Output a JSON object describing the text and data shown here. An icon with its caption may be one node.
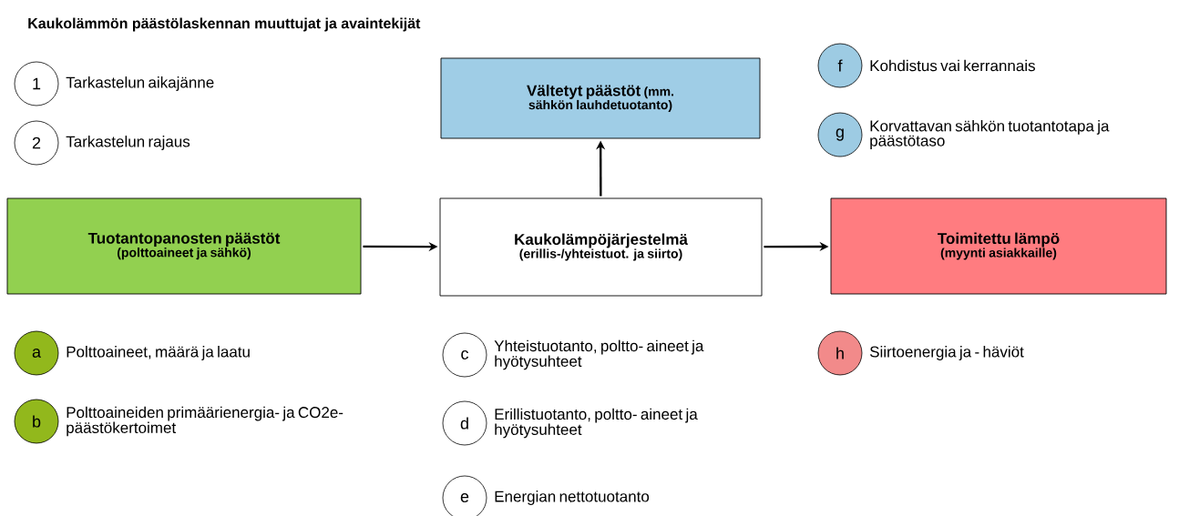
{
  "diagram": {
    "title": "Kaukolämmön päästölaskennan muuttujat ja avaintekijät",
    "nodes": [
      {
        "text": [
          "1"
        ],
        "beside": [
          "Tarkastelun aikajänne"
        ]
      },
      {
        "text": [
          "2"
        ],
        "beside": [
          "Tarkastelun rajaus"
        ]
      },
      {
        "text": [
          "Vältetyt päästöt",
          "(mm. sähkön lauhdetuotanto)"
        ]
      },
      {
        "text": [
          "f"
        ],
        "beside": [
          "Kohdistus vai kerrannais"
        ]
      },
      {
        "text": [
          "g"
        ],
        "beside": [
          "Korvattavan sähkön tuotantotapa ja päästötaso"
        ]
      },
      {
        "text": [
          "Tuotantopanosten päästöt",
          "(polttoaineet ja sähkö)"
        ]
      },
      {
        "text": [
          "Kaukolämpöjärjestelmä",
          "(erillis-/yhteistuot. ja siirto)"
        ]
      },
      {
        "text": [
          "Toimitettu lämpö",
          "(myynti asiakkaille)"
        ]
      },
      {
        "text": [
          "a"
        ],
        "beside": [
          "Polttoaineet, määrä ja laatu"
        ]
      },
      {
        "text": [
          "b"
        ],
        "beside": [
          "Polttoaineiden primäärienergia- ja CO2e-päästökertoimet"
        ]
      },
      {
        "text": [
          "c"
        ],
        "beside": [
          "Yhteistuotanto,  poltto- aineet ja hyötysuhteet"
        ]
      },
      {
        "text": [
          "d"
        ],
        "beside": [
          "Erillistuotanto, poltto- aineet ja hyötysuhteet"
        ]
      },
      {
        "text": [
          "e"
        ],
        "beside": [
          "Energian nettotuotanto"
        ]
      },
      {
        "text": [
          "h"
        ],
        "beside": [
          "Siirtoenergia ja - häviöt"
        ]
      }
    ],
    "edges": [
      {
        "from": 5,
        "to": 6,
        "arrow": "to"
      },
      {
        "from": 6,
        "to": 7,
        "arrow": "to"
      },
      {
        "from": 6,
        "to": 2,
        "arrow": "to"
      }
    ]
  }
}
